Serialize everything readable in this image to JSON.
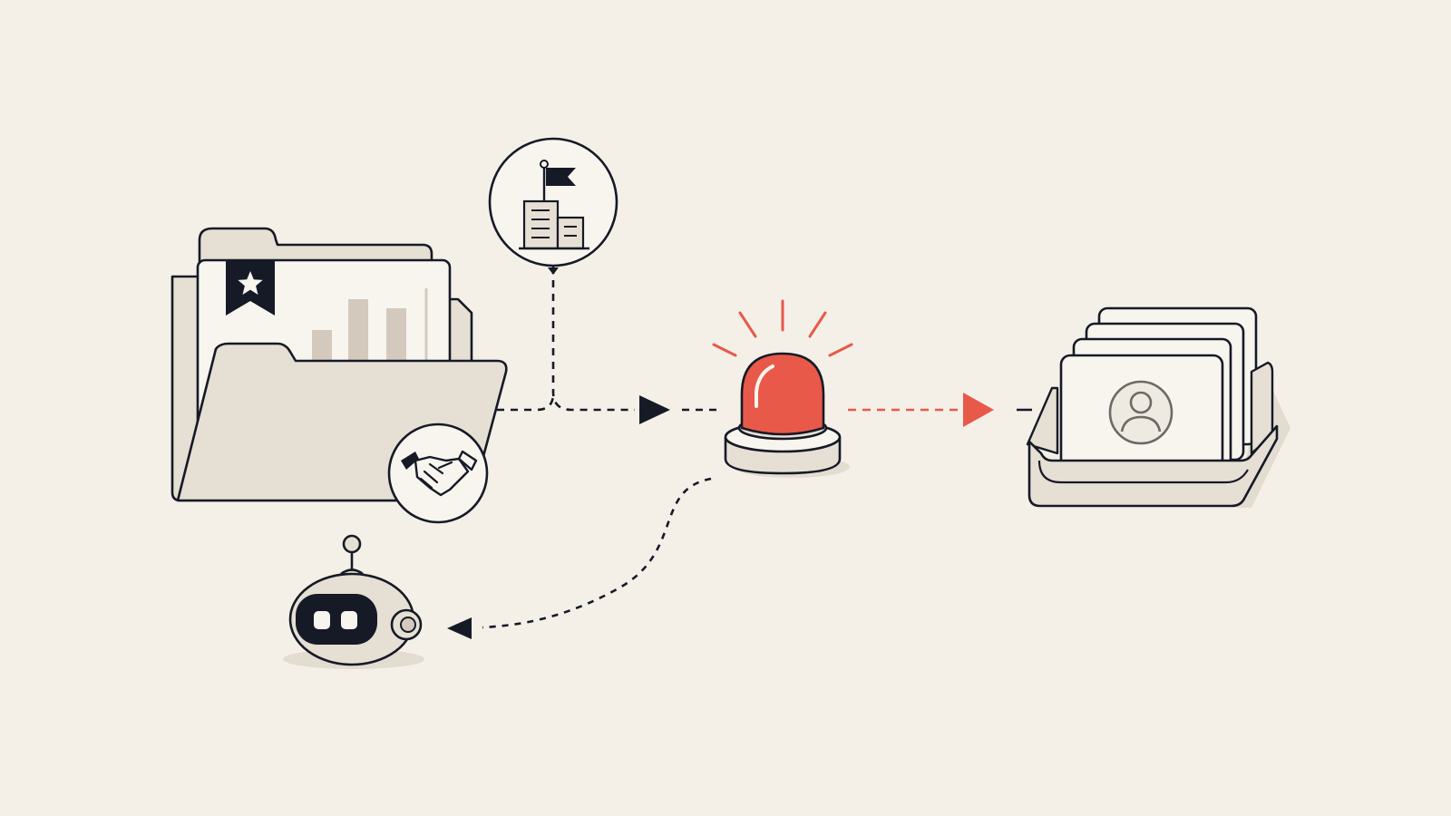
{
  "colors": {
    "background": "#F4F0E8",
    "ink": "#161A26",
    "fill": "#E6DFD3",
    "fill_dark": "#D3CABD",
    "shadow": "#E2DCD1",
    "alert_red": "#E8594A",
    "alert_red_light": "#F07A6A",
    "white": "#F8F5EF"
  },
  "icons": {
    "folder": "folder-icon",
    "bookmark_star": "bookmark-star-icon",
    "bar_chart": "bar-chart-icon",
    "handshake": "handshake-icon",
    "company_flag": "company-flag-icon",
    "alarm_siren": "alarm-siren-icon",
    "contact_card_tray": "contact-card-tray-icon",
    "user_avatar": "user-avatar-icon",
    "robot": "robot-icon",
    "arrow_head": "arrow-head-icon"
  },
  "connectors": [
    {
      "from": "folder",
      "to": "siren",
      "style": "dashed",
      "color": "ink"
    },
    {
      "from": "company",
      "to": "siren",
      "style": "dashed",
      "color": "ink"
    },
    {
      "from": "siren",
      "to": "card-tray",
      "style": "dashed",
      "color": "alert_red"
    },
    {
      "from": "siren",
      "to": "robot",
      "style": "dashed",
      "color": "ink"
    }
  ]
}
